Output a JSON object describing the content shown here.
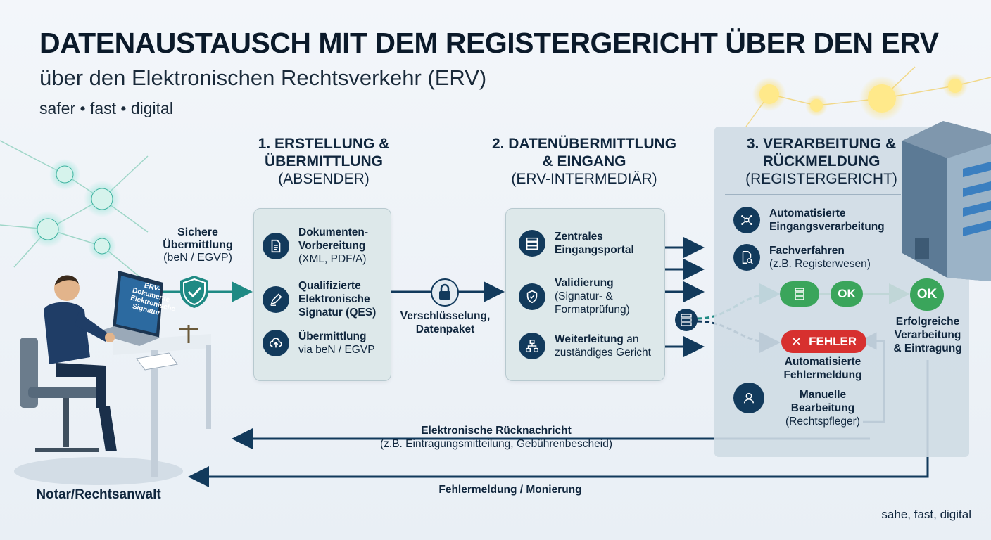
{
  "header": {
    "title": "DATENAUSTAUSCH MIT DEM REGISTERGERICHT ÜBER DEN ERV",
    "subtitle": "über den Elektronischen Rechtsverkehr (ERV)",
    "tagline": "safer • fast • digital"
  },
  "sender": {
    "label": "Notar/Rechtsanwalt",
    "screen_text_1": "ERV-",
    "screen_text_2": "Dokumente",
    "screen_text_3": "Elektronische",
    "screen_text_4": "Signatur"
  },
  "secure_transfer": {
    "line1": "Sichere",
    "line2": "Übermittlung",
    "line3": "(beN / EGVP)"
  },
  "columns": [
    {
      "num_line1": "1. ERSTELLUNG &",
      "num_line2": "ÜBERMITTLUNG",
      "sub": "(ABSENDER)",
      "items": [
        {
          "icon": "document-icon",
          "bold": "Dokumenten-",
          "bold2": "Vorbereitung",
          "text": "(XML, PDF/A)"
        },
        {
          "icon": "pen-icon",
          "bold": "Qualifizierte",
          "bold2": "Elektronische",
          "text": "Signatur (QES)"
        },
        {
          "icon": "cloud-upload-icon",
          "bold": "Übermittlung",
          "bold2": "",
          "text": "via beN / EGVP"
        }
      ]
    },
    {
      "num_line1": "2. DATENÜBERMITTLUNG",
      "num_line2": "& EINGANG",
      "sub": "(ERV-INTERMEDIÄR)",
      "items": [
        {
          "icon": "server-icon",
          "bold": "Zentrales",
          "bold2": "Eingangsportal",
          "text": ""
        },
        {
          "icon": "shield-check-icon",
          "bold": "Validierung",
          "bold2": "",
          "text": "(Signatur- &",
          "text2": "Formatprüfung)"
        },
        {
          "icon": "sitemap-icon",
          "bold": "Weiterleitung",
          "bold2": "",
          "text": "an",
          "text2": "zuständiges Gericht"
        }
      ]
    },
    {
      "num_line1": "3. VERARBEITUNG &",
      "num_line2": "RÜCKMELDUNG",
      "sub": "(REGISTERGERICHT)",
      "items": [
        {
          "icon": "network-process-icon",
          "bold": "Automatisierte",
          "bold2": "Eingangsverarbeitung",
          "text": ""
        },
        {
          "icon": "document-search-icon",
          "bold": "Fachverfahren",
          "bold2": "",
          "text": "(z.B. Registerwesen)"
        }
      ]
    }
  ],
  "encryption": {
    "line1": "Verschlüsselung,",
    "line2": "Datenpaket"
  },
  "processing": {
    "ok_badge": "OK",
    "ok_badge_final": "OK",
    "success_line1": "Erfolgreiche",
    "success_line2": "Verarbeitung",
    "success_line3": "& Eintragung",
    "error_badge": "FEHLER",
    "error_line1": "Automatisierte",
    "error_line2": "Fehlermeldung",
    "manual_line1": "Manuelle",
    "manual_line2": "Bearbeitung",
    "manual_line3": "(Rechtspfleger)"
  },
  "return_flows": {
    "reply_line1": "Elektronische Rücknachricht",
    "reply_line2": "(z.B. Eintragungsmitteilung, Gebührenbescheid)",
    "error_flow": "Fehlermeldung / Monierung"
  },
  "footer_note": "sahe, fast, digital",
  "colors": {
    "navy": "#123a5c",
    "teal": "#1f8a84",
    "ok_green": "#3aa55b",
    "error_red": "#d7302f",
    "panel": "#dde8ea"
  }
}
